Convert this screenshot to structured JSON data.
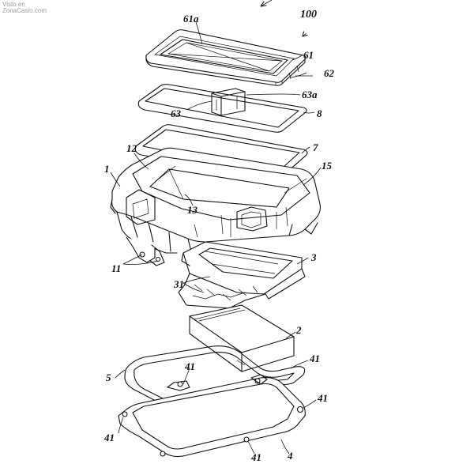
{
  "watermark": {
    "line1": "Visto en",
    "line2": "ZonaCasio.com"
  },
  "labels": {
    "l100": "100",
    "l61a": "61a",
    "l61": "61",
    "l62": "62",
    "l63a": "63a",
    "l63": "63",
    "l8": "8",
    "l7": "7",
    "l12": "12",
    "l15": "15",
    "l1": "1",
    "l13": "13",
    "l11": "11",
    "l3": "3",
    "l31": "31",
    "l2": "2",
    "l41a": "41",
    "l41b": "41",
    "l41c": "41",
    "l41d": "41",
    "l41e": "41",
    "l5": "5",
    "l4": "4"
  }
}
